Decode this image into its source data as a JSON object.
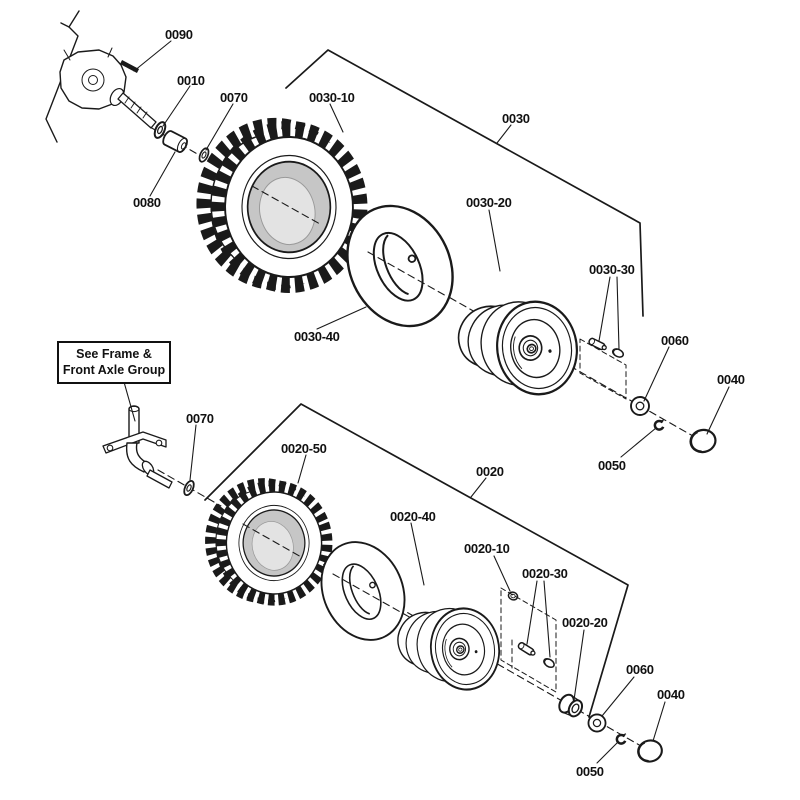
{
  "diagram_type": "exploded-parts-diagram-wheels",
  "colors": {
    "line": "#1a1a1a",
    "tire_shade": "#c6c6c6",
    "tire_inner": "#e3e3e3",
    "background": "#ffffff"
  },
  "note_box": {
    "line1": "See Frame &",
    "line2": "Front Axle Group"
  },
  "callouts": [
    {
      "id": "0090",
      "text": "0090"
    },
    {
      "id": "0010",
      "text": "0010"
    },
    {
      "id": "0070-top",
      "text": "0070"
    },
    {
      "id": "0030-10",
      "text": "0030-10"
    },
    {
      "id": "0030",
      "text": "0030"
    },
    {
      "id": "0080",
      "text": "0080"
    },
    {
      "id": "0030-20",
      "text": "0030-20"
    },
    {
      "id": "0030-30",
      "text": "0030-30"
    },
    {
      "id": "0030-40",
      "text": "0030-40"
    },
    {
      "id": "0060-top",
      "text": "0060"
    },
    {
      "id": "0040-top",
      "text": "0040"
    },
    {
      "id": "0050-top",
      "text": "0050"
    },
    {
      "id": "0070-bottom",
      "text": "0070"
    },
    {
      "id": "0020-50",
      "text": "0020-50"
    },
    {
      "id": "0020",
      "text": "0020"
    },
    {
      "id": "0020-40",
      "text": "0020-40"
    },
    {
      "id": "0020-10",
      "text": "0020-10"
    },
    {
      "id": "0020-30",
      "text": "0020-30"
    },
    {
      "id": "0020-20",
      "text": "0020-20"
    },
    {
      "id": "0060-bottom",
      "text": "0060"
    },
    {
      "id": "0040-bottom",
      "text": "0040"
    },
    {
      "id": "0050-bottom",
      "text": "0050"
    }
  ]
}
